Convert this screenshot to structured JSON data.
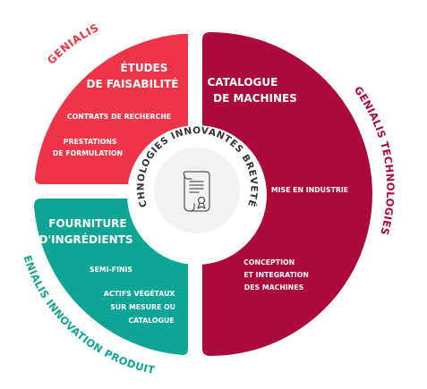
{
  "colors": {
    "red": "#ee3547",
    "maroon": "#ab0a3b",
    "teal": "#0fa595",
    "white": "#ffffff",
    "hub_bg": "#f2f2f2",
    "hub_text": "#333333"
  },
  "outer_labels": {
    "genialis": "GENIALIS",
    "technologies": "GENIALIS TECHNOLOGIES",
    "innovation": "GENIALIS INNOVATION PRODUITS"
  },
  "hub": {
    "arc_text": "TECHNOLOGIES INNOVANTES BREVETÉES",
    "icon": "patent-scroll-icon"
  },
  "quadrant_top_left": {
    "title_lines": [
      "ÉTUDES",
      "DE FAISABILITÉ"
    ],
    "item1": "CONTRATS DE RECHERCHE",
    "item2_lines": [
      "PRESTATIONS",
      "DE FORMULATION"
    ]
  },
  "quadrant_right": {
    "title_lines": [
      "CATALOGUE",
      "DE MACHINES"
    ],
    "item1": "MISE EN INDUSTRIE",
    "item2_lines": [
      "CONCEPTION",
      "ET INTEGRATION",
      "DES MACHINES"
    ]
  },
  "quadrant_bottom_left": {
    "title_lines": [
      "FOURNITURE",
      "D'INGRÉDIENTS"
    ],
    "item1": "SEMI-FINIS",
    "item2_lines": [
      "ACTIFS VÉGÉTAUX",
      "SUR  MESURE OU",
      "CATALOGUE"
    ]
  }
}
